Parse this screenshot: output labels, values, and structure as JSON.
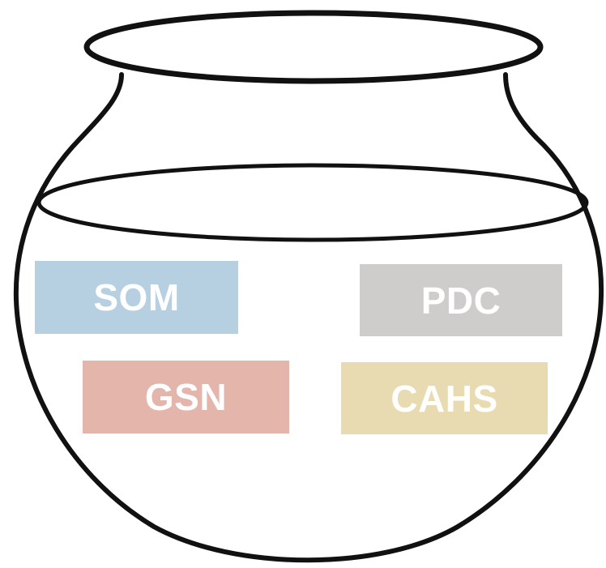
{
  "labels": [
    {
      "id": "som",
      "text": "SOM",
      "color": "#b7d0e1"
    },
    {
      "id": "pdc",
      "text": "PDC",
      "color": "#cfcdcb"
    },
    {
      "id": "gsn",
      "text": "GSN",
      "color": "#e3b5ab"
    },
    {
      "id": "cahs",
      "text": "CAHS",
      "color": "#e9dbb1"
    }
  ],
  "colors": {
    "outline": "#111111",
    "background": "#ffffff",
    "label_text": "#ffffff"
  }
}
